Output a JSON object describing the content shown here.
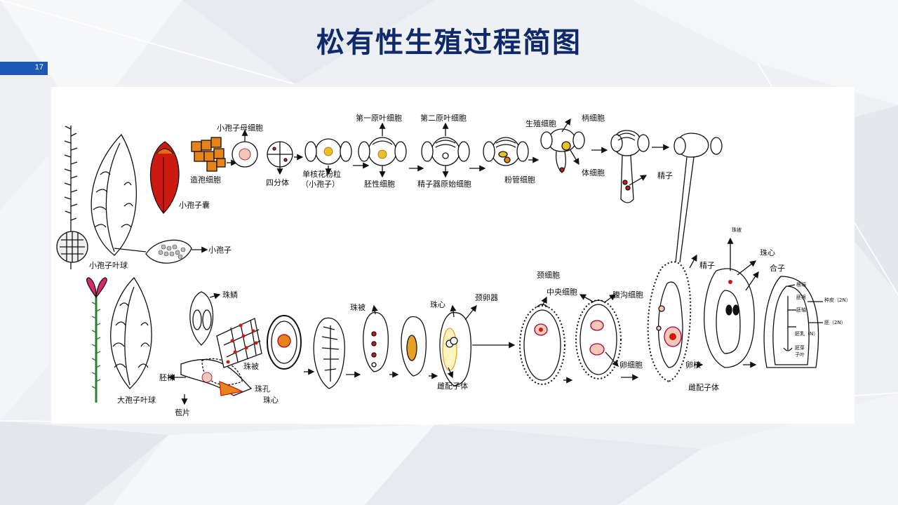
{
  "slide": {
    "title": "松有性生殖过程简图",
    "page_number": "17"
  },
  "diagram": {
    "top_row_labels": {
      "microspore_mother_cell": "小孢子母细胞",
      "sporogenous_cell": "造孢细胞",
      "tetrad": "四分体",
      "uninucleate_pollen": "单核花粉粒",
      "microspore_paren": "（小孢子）",
      "first_prothallial_cell": "第一原叶细胞",
      "embryonal_cell": "胚性细胞",
      "second_prothallial_cell": "第二原叶细胞",
      "antheridial_initial": "精子器原始细胞",
      "generative_cell": "生殖细胞",
      "tube_cell": "粉管细胞",
      "stalk_cell": "柄细胞",
      "body_cell": "体细胞",
      "sperm_top": "精子",
      "microsporangium": "小孢子囊",
      "microsporophyll": "小孢子叶球",
      "microspore": "小孢子"
    },
    "bottom_row_labels": {
      "ovuliferous_scale": "珠鳞",
      "nucellus_1": "珠心",
      "integument_1": "珠被",
      "micropyle": "珠孔",
      "ovule": "胚株",
      "bract": "苞片",
      "megasporophyll": "大孢子叶球",
      "integument_2": "珠被",
      "nucellus_2": "珠心",
      "archegonium": "颈卵器",
      "female_gametophyte_1": "雌配子体",
      "neck_cell": "颈细胞",
      "central_cell": "中央细胞",
      "ventral_canal_cell": "腹沟细胞",
      "egg_cell": "卵细胞",
      "sperm_bottom": "精子",
      "egg_nucleus": "卵核",
      "female_gametophyte_2": "雌配子体",
      "integument_3": "珠被",
      "nucellus_3": "珠心",
      "zygote": "合子"
    },
    "seed_labels": {
      "radicle": "根端",
      "hypocotyl_root": "胚根",
      "embryo_axis": "胚轴",
      "seed_coat": "种皮（2N）",
      "embryo_2n": "胚（2N）",
      "endosperm": "胚乳（N）",
      "cotyledon_1": "胚芽",
      "cotyledon_2": "子叶"
    },
    "colors": {
      "title": "#0f2a6b",
      "accent_bar": "#1f57b8",
      "red": "#cc1a10",
      "orange": "#e8831a",
      "yellow": "#e8c020",
      "pink": "#d82a6a",
      "green": "#2e7d32"
    }
  }
}
